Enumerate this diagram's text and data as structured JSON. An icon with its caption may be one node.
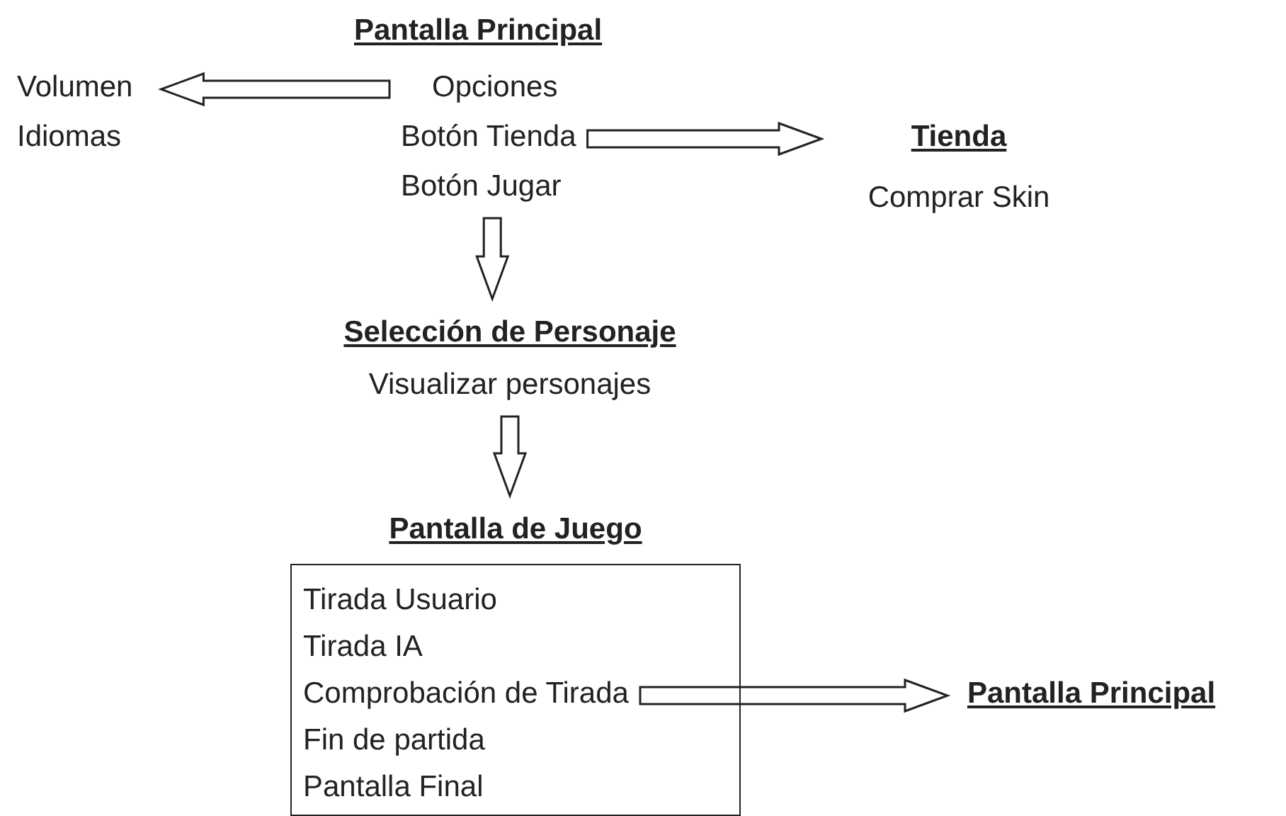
{
  "diagram": {
    "nodes": [
      {
        "text": [
          "Pantalla Principal"
        ]
      },
      {
        "text": [
          "Opciones"
        ]
      },
      {
        "text": [
          "Botón Tienda"
        ]
      },
      {
        "text": [
          "Botón Jugar"
        ]
      },
      {
        "text": [
          "Volumen",
          "Idiomas"
        ]
      },
      {
        "text": [
          "Tienda",
          "Comprar Skin"
        ]
      },
      {
        "text": [
          "Selección de Personaje",
          "Visualizar personajes"
        ]
      },
      {
        "text": [
          "Pantalla de Juego"
        ]
      },
      {
        "text": [
          "Tirada Usuario"
        ],
        "in": 7
      },
      {
        "text": [
          "Tirada IA"
        ],
        "in": 7
      },
      {
        "text": [
          "Comprobación de Tirada"
        ],
        "in": 7
      },
      {
        "text": [
          "Fin de partida"
        ],
        "in": 7
      },
      {
        "text": [
          "Pantalla Final"
        ],
        "in": 7
      },
      {
        "text": [
          "Pantalla Principal"
        ]
      }
    ],
    "edges": [
      {
        "from": 1,
        "to": 4,
        "arrow": "to"
      },
      {
        "from": 2,
        "to": 5,
        "arrow": "to"
      },
      {
        "from": 3,
        "to": 6,
        "arrow": "to"
      },
      {
        "from": 6,
        "to": 7,
        "arrow": "to"
      },
      {
        "from": 10,
        "to": 13,
        "arrow": "to"
      }
    ]
  }
}
